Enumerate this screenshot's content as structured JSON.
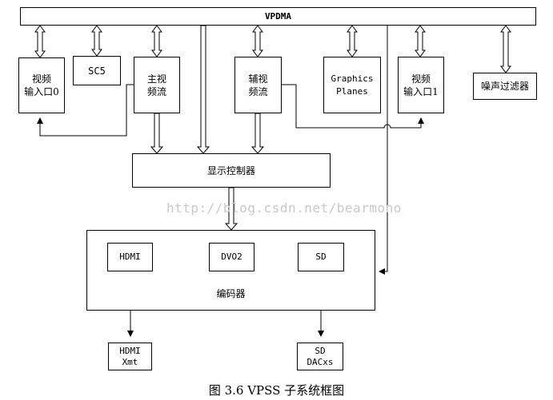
{
  "blocks": {
    "vpdma": "VPDMA",
    "video_in_0": "视频\n输入口0",
    "sc5": "SC5",
    "main_stream": "主视\n频流",
    "aux_stream": "辅视\n频流",
    "graphics_planes": "Graphics\nPlanes",
    "video_in_1": "视频\n输入口1",
    "noise_filter": "噪声过滤器",
    "display_controller": "显示控制器",
    "encoder": "编码器",
    "hdmi": "HDMI",
    "dvo2": "DVO2",
    "sd": "SD",
    "hdmi_xmt": "HDMI\nXmt",
    "sd_dacs": "SD\nDACxs"
  },
  "watermark": "http://blog.csdn.net/bearmono",
  "caption": "图 3.6 VPSS 子系统框图"
}
